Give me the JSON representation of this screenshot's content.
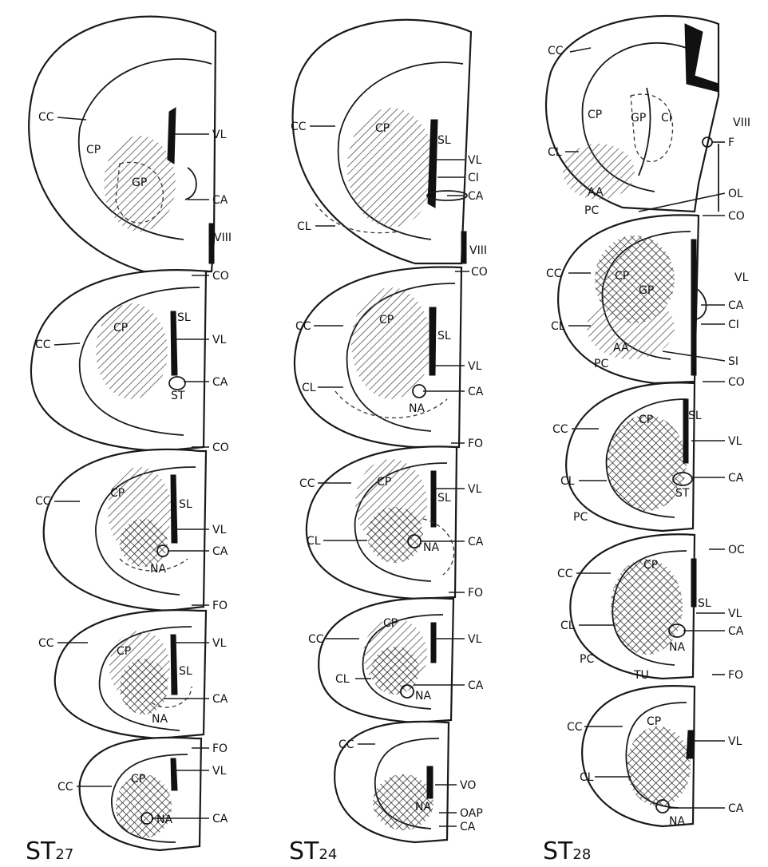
{
  "series_titles": [
    {
      "main": "ST",
      "sub": "27"
    },
    {
      "main": "ST",
      "sub": "24"
    },
    {
      "main": "ST",
      "sub": "28"
    }
  ],
  "labels": {
    "cc": "CC",
    "cp": "CP",
    "gp": "GP",
    "vl": "VL",
    "ca": "CA",
    "v3": "VIII",
    "co": "CO",
    "sl": "SL",
    "st": "ST",
    "na": "NA",
    "fo": "FO",
    "ci": "CI",
    "cl": "CL",
    "vo": "VO",
    "oap": "OAP",
    "f": "F",
    "aa": "AA",
    "pc": "PC",
    "ol": "OL",
    "si": "SI",
    "oc": "OC",
    "tu": "TU"
  }
}
